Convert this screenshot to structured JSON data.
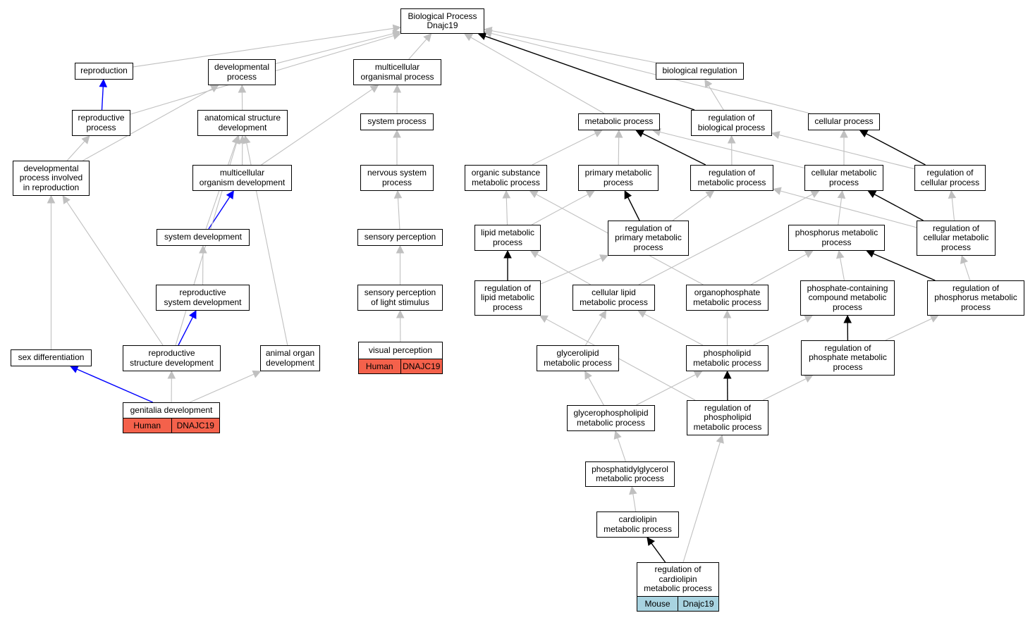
{
  "colors": {
    "edge_gray": "#c0c0c0",
    "edge_black": "#000000",
    "edge_blue": "#0000ff",
    "human_annotation": "#f4614b",
    "mouse_annotation": "#a8d3e0"
  },
  "nodes": {
    "biological_process": [
      "Biological Process",
      "Dnajc19"
    ],
    "reproduction": [
      "reproduction"
    ],
    "developmental_process": [
      "developmental",
      "process"
    ],
    "multicellular_organismal_process": [
      "multicellular",
      "organismal process"
    ],
    "biological_regulation": [
      "biological regulation"
    ],
    "reproductive_process": [
      "reproductive",
      "process"
    ],
    "anatomical_structure_development": [
      "anatomical structure",
      "development"
    ],
    "system_process": [
      "system process"
    ],
    "metabolic_process": [
      "metabolic process"
    ],
    "regulation_of_biological_process": [
      "regulation of",
      "biological process"
    ],
    "cellular_process": [
      "cellular process"
    ],
    "developmental_process_involved_in_reproduction": [
      "developmental",
      "process involved",
      "in reproduction"
    ],
    "multicellular_organism_development": [
      "multicellular",
      "organism development"
    ],
    "nervous_system_process": [
      "nervous system",
      "process"
    ],
    "organic_substance_metabolic_process": [
      "organic substance",
      "metabolic process"
    ],
    "primary_metabolic_process": [
      "primary metabolic",
      "process"
    ],
    "regulation_of_metabolic_process": [
      "regulation of",
      "metabolic process"
    ],
    "cellular_metabolic_process": [
      "cellular metabolic",
      "process"
    ],
    "regulation_of_cellular_process": [
      "regulation of",
      "cellular process"
    ],
    "system_development": [
      "system development"
    ],
    "sensory_perception": [
      "sensory perception"
    ],
    "lipid_metabolic_process": [
      "lipid metabolic",
      "process"
    ],
    "regulation_of_primary_metabolic_process": [
      "regulation of",
      "primary metabolic",
      "process"
    ],
    "phosphorus_metabolic_process": [
      "phosphorus metabolic",
      "process"
    ],
    "regulation_of_cellular_metabolic_process": [
      "regulation of",
      "cellular metabolic",
      "process"
    ],
    "reproductive_system_development": [
      "reproductive",
      "system development"
    ],
    "sensory_perception_of_light_stimulus": [
      "sensory perception",
      "of light stimulus"
    ],
    "regulation_of_lipid_metabolic_process": [
      "regulation of",
      "lipid metabolic",
      "process"
    ],
    "cellular_lipid_metabolic_process": [
      "cellular lipid",
      "metabolic process"
    ],
    "organophosphate_metabolic_process": [
      "organophosphate",
      "metabolic process"
    ],
    "phosphate_containing_compound_metabolic_process": [
      "phosphate-containing",
      "compound metabolic",
      "process"
    ],
    "regulation_of_phosphorus_metabolic_process": [
      "regulation of",
      "phosphorus metabolic",
      "process"
    ],
    "sex_differentiation": [
      "sex differentiation"
    ],
    "reproductive_structure_development": [
      "reproductive",
      "structure development"
    ],
    "animal_organ_development": [
      "animal organ",
      "development"
    ],
    "visual_perception": [
      "visual perception"
    ],
    "glycerolipid_metabolic_process": [
      "glycerolipid",
      "metabolic process"
    ],
    "phospholipid_metabolic_process": [
      "phospholipid",
      "metabolic process"
    ],
    "regulation_of_phosphate_metabolic_process": [
      "regulation of",
      "phosphate metabolic",
      "process"
    ],
    "genitalia_development": [
      "genitalia development"
    ],
    "glycerophospholipid_metabolic_process": [
      "glycerophospholipid",
      "metabolic process"
    ],
    "regulation_of_phospholipid_metabolic_process": [
      "regulation of",
      "phospholipid",
      "metabolic process"
    ],
    "phosphatidylglycerol_metabolic_process": [
      "phosphatidylglycerol",
      "metabolic process"
    ],
    "cardiolipin_metabolic_process": [
      "cardiolipin",
      "metabolic process"
    ],
    "regulation_of_cardiolipin_metabolic_process": [
      "regulation of",
      "cardiolipin",
      "metabolic process"
    ]
  },
  "annotations": {
    "genitalia_development": {
      "species": "Human",
      "gene": "DNAJC19",
      "color": "#f4614b"
    },
    "visual_perception": {
      "species": "Human",
      "gene": "DNAJC19",
      "color": "#f4614b"
    },
    "regulation_of_cardiolipin_metabolic_process": {
      "species": "Mouse",
      "gene": "Dnajc19",
      "color": "#a8d3e0"
    }
  },
  "edges": [
    {
      "from": "reproduction",
      "to": "biological_process",
      "kind": "gray"
    },
    {
      "from": "developmental_process",
      "to": "biological_process",
      "kind": "gray"
    },
    {
      "from": "multicellular_organismal_process",
      "to": "biological_process",
      "kind": "gray"
    },
    {
      "from": "biological_regulation",
      "to": "biological_process",
      "kind": "gray"
    },
    {
      "from": "reproductive_process",
      "to": "biological_process",
      "kind": "gray"
    },
    {
      "from": "metabolic_process",
      "to": "biological_process",
      "kind": "gray"
    },
    {
      "from": "regulation_of_biological_process",
      "to": "biological_process",
      "kind": "black"
    },
    {
      "from": "cellular_process",
      "to": "biological_process",
      "kind": "gray"
    },
    {
      "from": "reproductive_process",
      "to": "reproduction",
      "kind": "blue"
    },
    {
      "from": "anatomical_structure_development",
      "to": "developmental_process",
      "kind": "gray"
    },
    {
      "from": "system_process",
      "to": "multicellular_organismal_process",
      "kind": "gray"
    },
    {
      "from": "regulation_of_biological_process",
      "to": "biological_regulation",
      "kind": "gray"
    },
    {
      "from": "developmental_process_involved_in_reproduction",
      "to": "reproductive_process",
      "kind": "gray"
    },
    {
      "from": "developmental_process_involved_in_reproduction",
      "to": "developmental_process",
      "kind": "gray"
    },
    {
      "from": "multicellular_organism_development",
      "to": "anatomical_structure_development",
      "kind": "gray"
    },
    {
      "from": "multicellular_organism_development",
      "to": "multicellular_organismal_process",
      "kind": "gray"
    },
    {
      "from": "nervous_system_process",
      "to": "system_process",
      "kind": "gray"
    },
    {
      "from": "organic_substance_metabolic_process",
      "to": "metabolic_process",
      "kind": "gray"
    },
    {
      "from": "primary_metabolic_process",
      "to": "metabolic_process",
      "kind": "gray"
    },
    {
      "from": "regulation_of_metabolic_process",
      "to": "metabolic_process",
      "kind": "black"
    },
    {
      "from": "regulation_of_metabolic_process",
      "to": "regulation_of_biological_process",
      "kind": "gray"
    },
    {
      "from": "cellular_metabolic_process",
      "to": "metabolic_process",
      "kind": "gray"
    },
    {
      "from": "cellular_metabolic_process",
      "to": "cellular_process",
      "kind": "gray"
    },
    {
      "from": "regulation_of_cellular_process",
      "to": "cellular_process",
      "kind": "black"
    },
    {
      "from": "regulation_of_cellular_process",
      "to": "regulation_of_biological_process",
      "kind": "gray"
    },
    {
      "from": "system_development",
      "to": "multicellular_organism_development",
      "kind": "blue"
    },
    {
      "from": "system_development",
      "to": "anatomical_structure_development",
      "kind": "gray"
    },
    {
      "from": "sensory_perception",
      "to": "nervous_system_process",
      "kind": "gray"
    },
    {
      "from": "lipid_metabolic_process",
      "to": "organic_substance_metabolic_process",
      "kind": "gray"
    },
    {
      "from": "lipid_metabolic_process",
      "to": "primary_metabolic_process",
      "kind": "gray"
    },
    {
      "from": "regulation_of_primary_metabolic_process",
      "to": "primary_metabolic_process",
      "kind": "black"
    },
    {
      "from": "regulation_of_primary_metabolic_process",
      "to": "regulation_of_metabolic_process",
      "kind": "gray"
    },
    {
      "from": "phosphorus_metabolic_process",
      "to": "cellular_metabolic_process",
      "kind": "gray"
    },
    {
      "from": "regulation_of_cellular_metabolic_process",
      "to": "cellular_metabolic_process",
      "kind": "black"
    },
    {
      "from": "regulation_of_cellular_metabolic_process",
      "to": "regulation_of_cellular_process",
      "kind": "gray"
    },
    {
      "from": "regulation_of_cellular_metabolic_process",
      "to": "regulation_of_metabolic_process",
      "kind": "gray"
    },
    {
      "from": "reproductive_system_development",
      "to": "system_development",
      "kind": "gray"
    },
    {
      "from": "sensory_perception_of_light_stimulus",
      "to": "sensory_perception",
      "kind": "gray"
    },
    {
      "from": "regulation_of_lipid_metabolic_process",
      "to": "lipid_metabolic_process",
      "kind": "black"
    },
    {
      "from": "regulation_of_lipid_metabolic_process",
      "to": "regulation_of_primary_metabolic_process",
      "kind": "gray"
    },
    {
      "from": "cellular_lipid_metabolic_process",
      "to": "lipid_metabolic_process",
      "kind": "gray"
    },
    {
      "from": "cellular_lipid_metabolic_process",
      "to": "cellular_metabolic_process",
      "kind": "gray"
    },
    {
      "from": "organophosphate_metabolic_process",
      "to": "phosphorus_metabolic_process",
      "kind": "gray"
    },
    {
      "from": "organophosphate_metabolic_process",
      "to": "organic_substance_metabolic_process",
      "kind": "gray"
    },
    {
      "from": "phosphate_containing_compound_metabolic_process",
      "to": "phosphorus_metabolic_process",
      "kind": "gray"
    },
    {
      "from": "regulation_of_phosphorus_metabolic_process",
      "to": "phosphorus_metabolic_process",
      "kind": "black"
    },
    {
      "from": "regulation_of_phosphorus_metabolic_process",
      "to": "regulation_of_cellular_metabolic_process",
      "kind": "gray"
    },
    {
      "from": "sex_differentiation",
      "to": "developmental_process_involved_in_reproduction",
      "kind": "gray"
    },
    {
      "from": "reproductive_structure_development",
      "to": "reproductive_system_development",
      "kind": "blue"
    },
    {
      "from": "reproductive_structure_development",
      "to": "developmental_process_involved_in_reproduction",
      "kind": "gray"
    },
    {
      "from": "reproductive_structure_development",
      "to": "anatomical_structure_development",
      "kind": "gray"
    },
    {
      "from": "animal_organ_development",
      "to": "anatomical_structure_development",
      "kind": "gray"
    },
    {
      "from": "visual_perception",
      "to": "sensory_perception_of_light_stimulus",
      "kind": "gray"
    },
    {
      "from": "glycerolipid_metabolic_process",
      "to": "cellular_lipid_metabolic_process",
      "kind": "gray"
    },
    {
      "from": "phospholipid_metabolic_process",
      "to": "organophosphate_metabolic_process",
      "kind": "gray"
    },
    {
      "from": "phospholipid_metabolic_process",
      "to": "cellular_lipid_metabolic_process",
      "kind": "gray"
    },
    {
      "from": "phospholipid_metabolic_process",
      "to": "phosphate_containing_compound_metabolic_process",
      "kind": "gray"
    },
    {
      "from": "regulation_of_phosphate_metabolic_process",
      "to": "phosphate_containing_compound_metabolic_process",
      "kind": "black"
    },
    {
      "from": "regulation_of_phosphate_metabolic_process",
      "to": "regulation_of_phosphorus_metabolic_process",
      "kind": "gray"
    },
    {
      "from": "genitalia_development",
      "to": "sex_differentiation",
      "kind": "blue"
    },
    {
      "from": "genitalia_development",
      "to": "reproductive_structure_development",
      "kind": "gray"
    },
    {
      "from": "genitalia_development",
      "to": "animal_organ_development",
      "kind": "gray"
    },
    {
      "from": "glycerophospholipid_metabolic_process",
      "to": "glycerolipid_metabolic_process",
      "kind": "gray"
    },
    {
      "from": "glycerophospholipid_metabolic_process",
      "to": "phospholipid_metabolic_process",
      "kind": "gray"
    },
    {
      "from": "regulation_of_phospholipid_metabolic_process",
      "to": "phospholipid_metabolic_process",
      "kind": "black"
    },
    {
      "from": "regulation_of_phospholipid_metabolic_process",
      "to": "regulation_of_phosphate_metabolic_process",
      "kind": "gray"
    },
    {
      "from": "regulation_of_phospholipid_metabolic_process",
      "to": "regulation_of_lipid_metabolic_process",
      "kind": "gray"
    },
    {
      "from": "phosphatidylglycerol_metabolic_process",
      "to": "glycerophospholipid_metabolic_process",
      "kind": "gray"
    },
    {
      "from": "cardiolipin_metabolic_process",
      "to": "phosphatidylglycerol_metabolic_process",
      "kind": "gray"
    },
    {
      "from": "regulation_of_cardiolipin_metabolic_process",
      "to": "cardiolipin_metabolic_process",
      "kind": "black"
    },
    {
      "from": "regulation_of_cardiolipin_metabolic_process",
      "to": "regulation_of_phospholipid_metabolic_process",
      "kind": "gray"
    }
  ]
}
